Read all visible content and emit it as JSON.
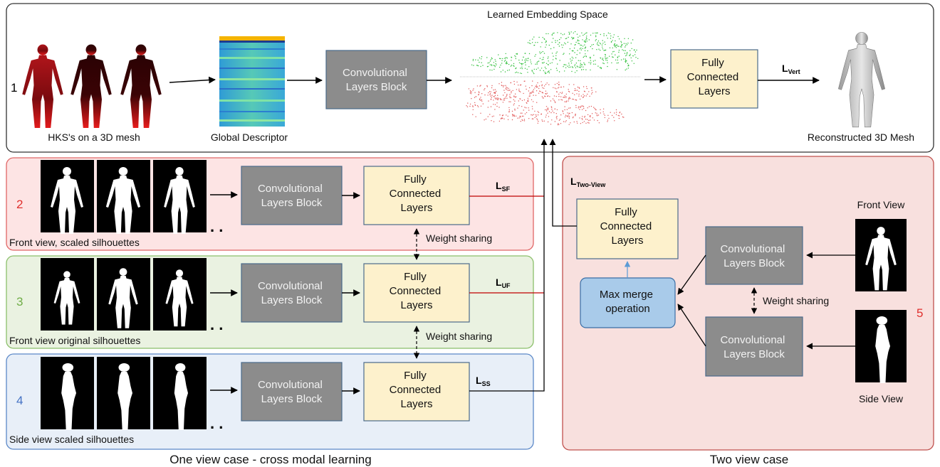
{
  "colors": {
    "conv_block": "#8c8c8c",
    "fc_block": "#fdf1cc",
    "panel2": "#fde4e4",
    "panel3": "#eaf2e1",
    "panel4": "#e8eff8",
    "panel5": "#f8e0de",
    "merge": "#a9cbea",
    "red_number": "#e0302d",
    "green_number": "#70ad47",
    "blue_number": "#4472c4"
  },
  "row1": {
    "number": "1",
    "hks_caption": "HKS's on a 3D mesh",
    "global_caption": "Global Descriptor",
    "conv": [
      "Convolutional",
      "Layers Block"
    ],
    "embedding_title": "Learned Embedding Space",
    "fc": [
      "Fully",
      "Connected",
      "Layers"
    ],
    "loss_main": "L",
    "loss_sub": "Vert",
    "recon_caption": "Reconstructed 3D Mesh"
  },
  "row2": {
    "number": "2",
    "caption": "Front view, scaled silhouettes",
    "conv": [
      "Convolutional",
      "Layers Block"
    ],
    "fc": [
      "Fully",
      "Connected",
      "Layers"
    ],
    "loss_main": "L",
    "loss_sub": "SF",
    "weight_sharing": "Weight sharing",
    "dots": ". ."
  },
  "row3": {
    "number": "3",
    "caption": "Front view original silhouettes",
    "conv": [
      "Convolutional",
      "Layers Block"
    ],
    "fc": [
      "Fully",
      "Connected",
      "Layers"
    ],
    "loss_main": "L",
    "loss_sub": "UF",
    "weight_sharing": "Weight sharing",
    "dots": ". ."
  },
  "row4": {
    "number": "4",
    "caption": "Side view scaled silhouettes",
    "conv": [
      "Convolutional",
      "Layers Block"
    ],
    "fc": [
      "Fully",
      "Connected",
      "Layers"
    ],
    "loss_main": "L",
    "loss_sub": "SS",
    "dots": ". ."
  },
  "panel5": {
    "number": "5",
    "loss_main": "L",
    "loss_sub": "Two-View",
    "fc": [
      "Fully",
      "Connected",
      "Layers"
    ],
    "conv_top": [
      "Convolutional",
      "Layers Block"
    ],
    "conv_bottom": [
      "Convolutional",
      "Layers Block"
    ],
    "merge": [
      "Max merge",
      "operation"
    ],
    "weight_sharing": "Weight sharing",
    "front_view": "Front View",
    "side_view": "Side View"
  },
  "captions": {
    "left": "One view case - cross modal learning",
    "right": "Two view case"
  }
}
